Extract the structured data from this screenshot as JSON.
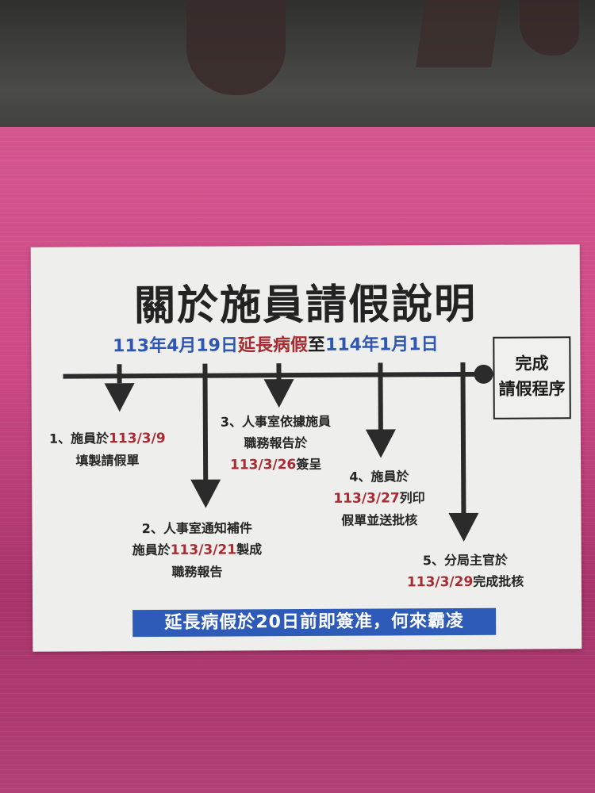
{
  "poster": {
    "title": "關於施員請假說明",
    "subtitle": {
      "part1": "113年4月19日",
      "part2": "延長病假",
      "part3": "至",
      "part4": "114年1月1日"
    },
    "end_box": {
      "line1": "完成",
      "line2": "請假程序"
    },
    "steps": [
      {
        "lines": [
          "1、施員於",
          "113/3/9",
          "填製請假單"
        ],
        "prefix": "1、施員於",
        "date": "113/3/9",
        "line2": "填製請假單"
      },
      {
        "prefix": "2、人事室通知補件",
        "line2a": "施員於",
        "date": "113/3/21",
        "line2b": "製成",
        "line3": "職務報告"
      },
      {
        "prefix": "3、人事室依據施員",
        "line2": "職務報告於",
        "date": "113/3/26",
        "line3b": "簽呈"
      },
      {
        "prefix": "4、施員於",
        "date": "113/3/27",
        "line2b": "列印",
        "line3": "假單並送批核"
      },
      {
        "prefix": "5、分局主官於",
        "date": "113/3/29",
        "line2b": "完成批核"
      }
    ],
    "banner": "延長病假於20日前即簽准，何來霸凌",
    "colors": {
      "blue": "#2f56b0",
      "red": "#a92b32",
      "banner_bg": "#2e5bb8",
      "board": "#cc4a86"
    }
  }
}
